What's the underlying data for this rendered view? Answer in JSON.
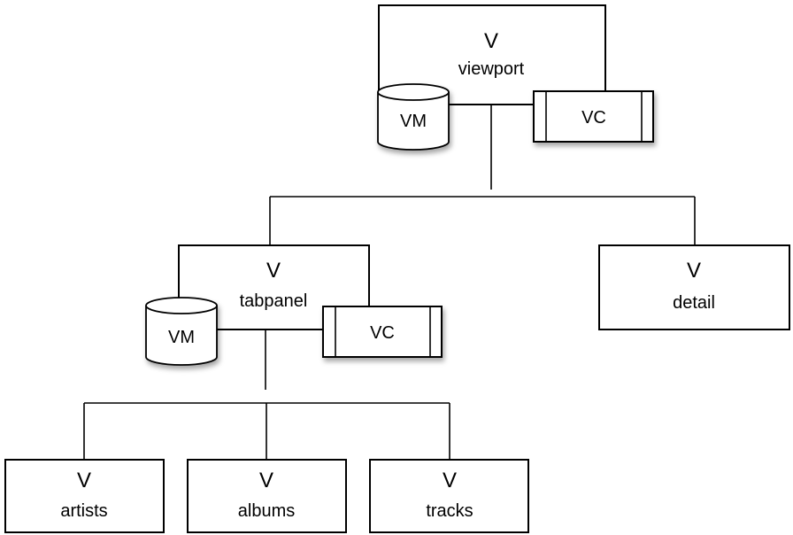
{
  "diagram": {
    "viewport": {
      "v": "V",
      "name": "viewport",
      "vm": "VM",
      "vc": "VC"
    },
    "tabpanel": {
      "v": "V",
      "name": "tabpanel",
      "vm": "VM",
      "vc": "VC"
    },
    "detail": {
      "v": "V",
      "name": "detail"
    },
    "artists": {
      "v": "V",
      "name": "artists"
    },
    "albums": {
      "v": "V",
      "name": "albums"
    },
    "tracks": {
      "v": "V",
      "name": "tracks"
    }
  }
}
